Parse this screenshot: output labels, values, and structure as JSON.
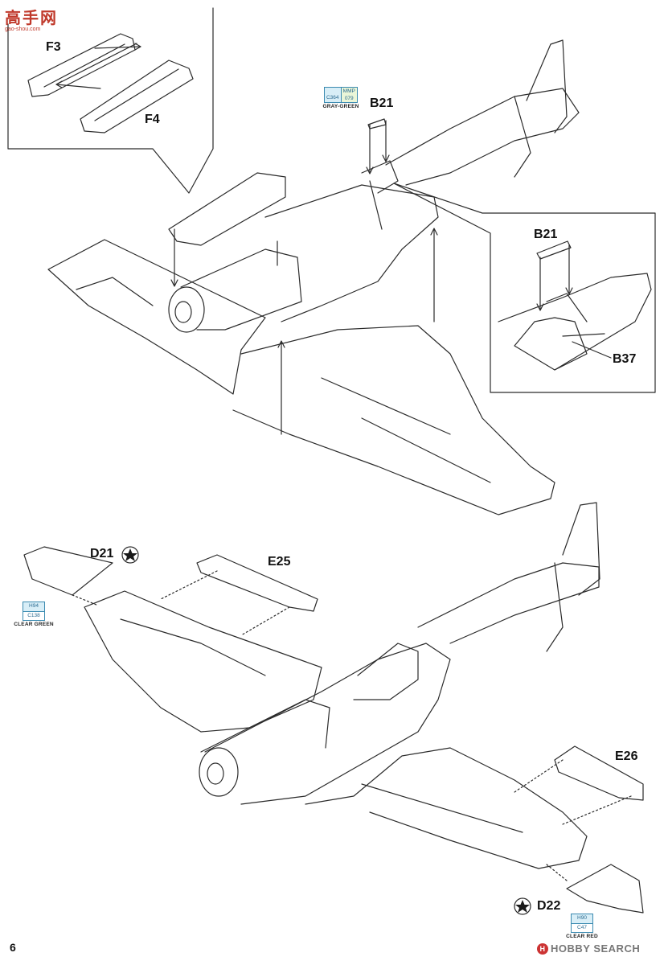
{
  "page": {
    "number": "6",
    "watermark_top": {
      "chars": "高手网",
      "url": "gao-shou.com"
    },
    "watermark_bottom": "HOBBY SEARCH"
  },
  "parts": {
    "f3": "F3",
    "f4": "F4",
    "b21_main": "B21",
    "b21_inset": "B21",
    "b37": "B37",
    "d21": "D21",
    "e25": "E25",
    "e26": "E26",
    "d22": "D22"
  },
  "paints": {
    "gray_green": {
      "top_right": "MMP",
      "bottom_right": "079",
      "left": "C364",
      "name": "GRAY-GREEN"
    },
    "clear_green": {
      "top": "H94",
      "bottom": "C138",
      "name": "CLEAR GREEN"
    },
    "clear_red": {
      "top": "H90",
      "bottom": "C47",
      "name": "CLEAR RED"
    }
  },
  "colors": {
    "line": "#2b2b2b",
    "paint_border": "#3a8ab0",
    "watermark": "#c0392b"
  }
}
